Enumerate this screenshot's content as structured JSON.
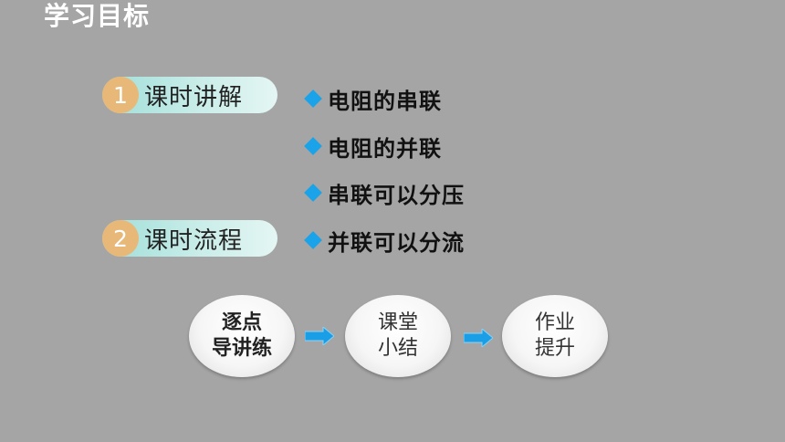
{
  "header": {
    "title": "学习目标"
  },
  "sections": [
    {
      "number": "1",
      "label": "课时讲解"
    },
    {
      "number": "2",
      "label": "课时流程"
    }
  ],
  "bullets": [
    {
      "icon": "diamond-icon",
      "text": "电阻的串联"
    },
    {
      "icon": "diamond-icon",
      "text": "电阻的并联"
    },
    {
      "icon": "diamond-icon",
      "text": "串联可以分压"
    },
    {
      "icon": "diamond-icon",
      "text": "并联可以分流"
    }
  ],
  "flow": {
    "steps": [
      {
        "line1": "逐点",
        "line2": "导讲练",
        "active": true
      },
      {
        "line1": "课堂",
        "line2": "小结",
        "active": false
      },
      {
        "line1": "作业",
        "line2": "提升",
        "active": false
      }
    ],
    "arrow_icon": "arrow-right-icon"
  },
  "colors": {
    "background": "#a5a5a5",
    "pill_gradient_start": "#9fded8",
    "number_badge": "#e8b878",
    "bullet_diamond": "#1aa3e8",
    "arrow_blue": "#1a9fe6"
  }
}
